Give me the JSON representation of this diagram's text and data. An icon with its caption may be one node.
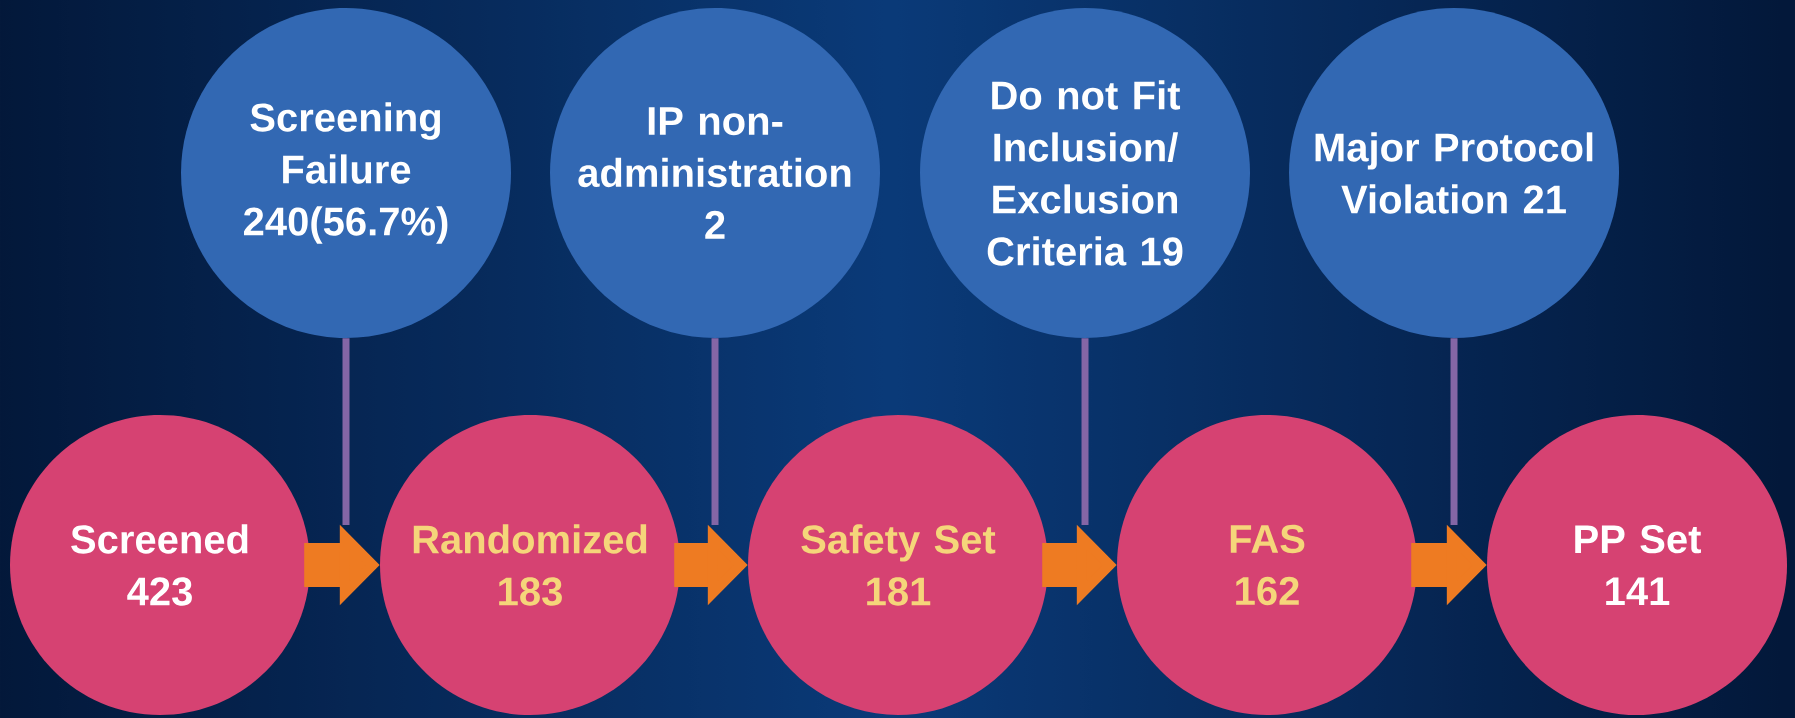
{
  "diagram": {
    "nodes": [
      {
        "text": [
          "Screening Failure 240(56.7%)"
        ]
      },
      {
        "text": [
          "IP non-administration 2"
        ]
      },
      {
        "text": [
          "Do not Fit Inclusion/ Exclusion Criteria 19"
        ]
      },
      {
        "text": [
          "Major Protocol Violation 21"
        ]
      },
      {
        "text": [
          "Screened",
          "423"
        ]
      },
      {
        "text": [
          "Randomized",
          "183"
        ]
      },
      {
        "text": [
          "Safety Set",
          "181"
        ]
      },
      {
        "text": [
          "FAS",
          "162"
        ]
      },
      {
        "text": [
          "PP Set",
          "141"
        ]
      }
    ],
    "edges": [
      {
        "from": 4,
        "to": 5,
        "arrow": "to",
        "style": "thick"
      },
      {
        "from": 5,
        "to": 6,
        "arrow": "to",
        "style": "thick"
      },
      {
        "from": 6,
        "to": 7,
        "arrow": "to",
        "style": "thick"
      },
      {
        "from": 7,
        "to": 8,
        "arrow": "to",
        "style": "thick"
      },
      {
        "from": 0,
        "to": null,
        "arrow": "none",
        "color": "#8466a6"
      },
      {
        "from": 1,
        "to": null,
        "arrow": "none",
        "color": "#8466a6"
      },
      {
        "from": 2,
        "to": null,
        "arrow": "none",
        "color": "#8466a6"
      },
      {
        "from": 3,
        "to": null,
        "arrow": "none",
        "color": "#8466a6"
      }
    ]
  }
}
